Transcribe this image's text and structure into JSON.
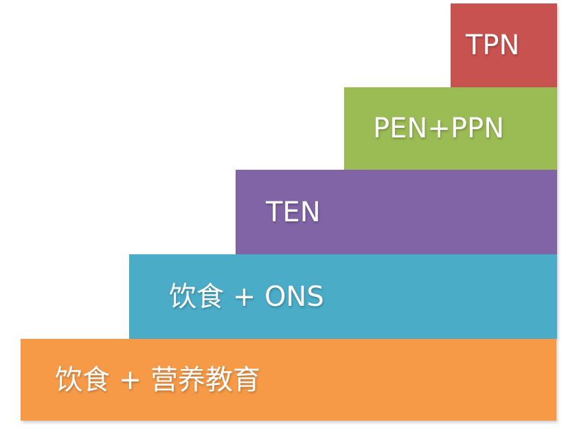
{
  "diagram": {
    "steps": [
      {
        "label": "TPN",
        "color": "#c8524f"
      },
      {
        "label": "PEN+PPN",
        "color": "#9bbb55"
      },
      {
        "label": "TEN",
        "color": "#8064a6"
      },
      {
        "label": "饮食 + ONS",
        "color": "#4bacc8"
      },
      {
        "label": "饮食 + 营养教育",
        "color": "#f69a48"
      }
    ]
  }
}
